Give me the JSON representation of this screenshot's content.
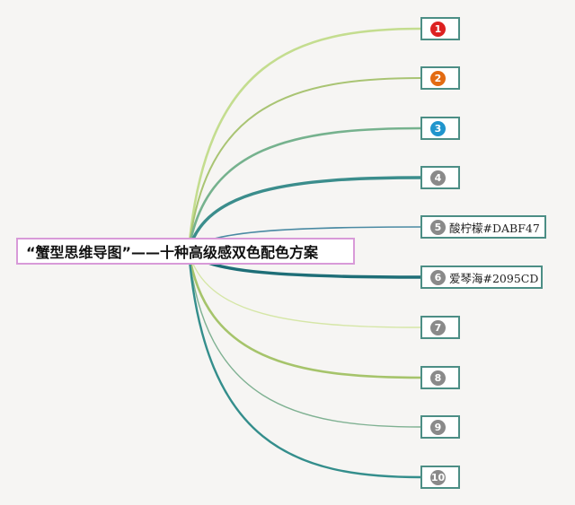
{
  "root": {
    "label": "“蟹型思维导图”——十种高级感双色配色方案"
  },
  "nodes": [
    {
      "number": "1",
      "label": "",
      "badge_color": "#dd2121"
    },
    {
      "number": "2",
      "label": "",
      "badge_color": "#e36b12"
    },
    {
      "number": "3",
      "label": "",
      "badge_color": "#2095cd"
    },
    {
      "number": "4",
      "label": "",
      "badge_color": "#8a8a8a"
    },
    {
      "number": "5",
      "label": "酸柠檬#DABF47",
      "badge_color": "#8a8a8a"
    },
    {
      "number": "6",
      "label": "爱琴海#2095CD",
      "badge_color": "#8a8a8a"
    },
    {
      "number": "7",
      "label": "",
      "badge_color": "#8a8a8a"
    },
    {
      "number": "8",
      "label": "",
      "badge_color": "#8a8a8a"
    },
    {
      "number": "9",
      "label": "",
      "badge_color": "#8a8a8a"
    },
    {
      "number": "10",
      "label": "",
      "badge_color": "#8a8a8a"
    }
  ],
  "branch_colors": [
    "#c4dd8f",
    "#a9c473",
    "#76b28e",
    "#3b8d8c",
    "#4a8aa3",
    "#1e6e77",
    "#d5e6a6",
    "#a6c46b",
    "#7fb192",
    "#348e8c"
  ],
  "border_colors": {
    "root": "#d89ad8",
    "leaf": "#4c8e85"
  },
  "background": "#f6f5f3"
}
